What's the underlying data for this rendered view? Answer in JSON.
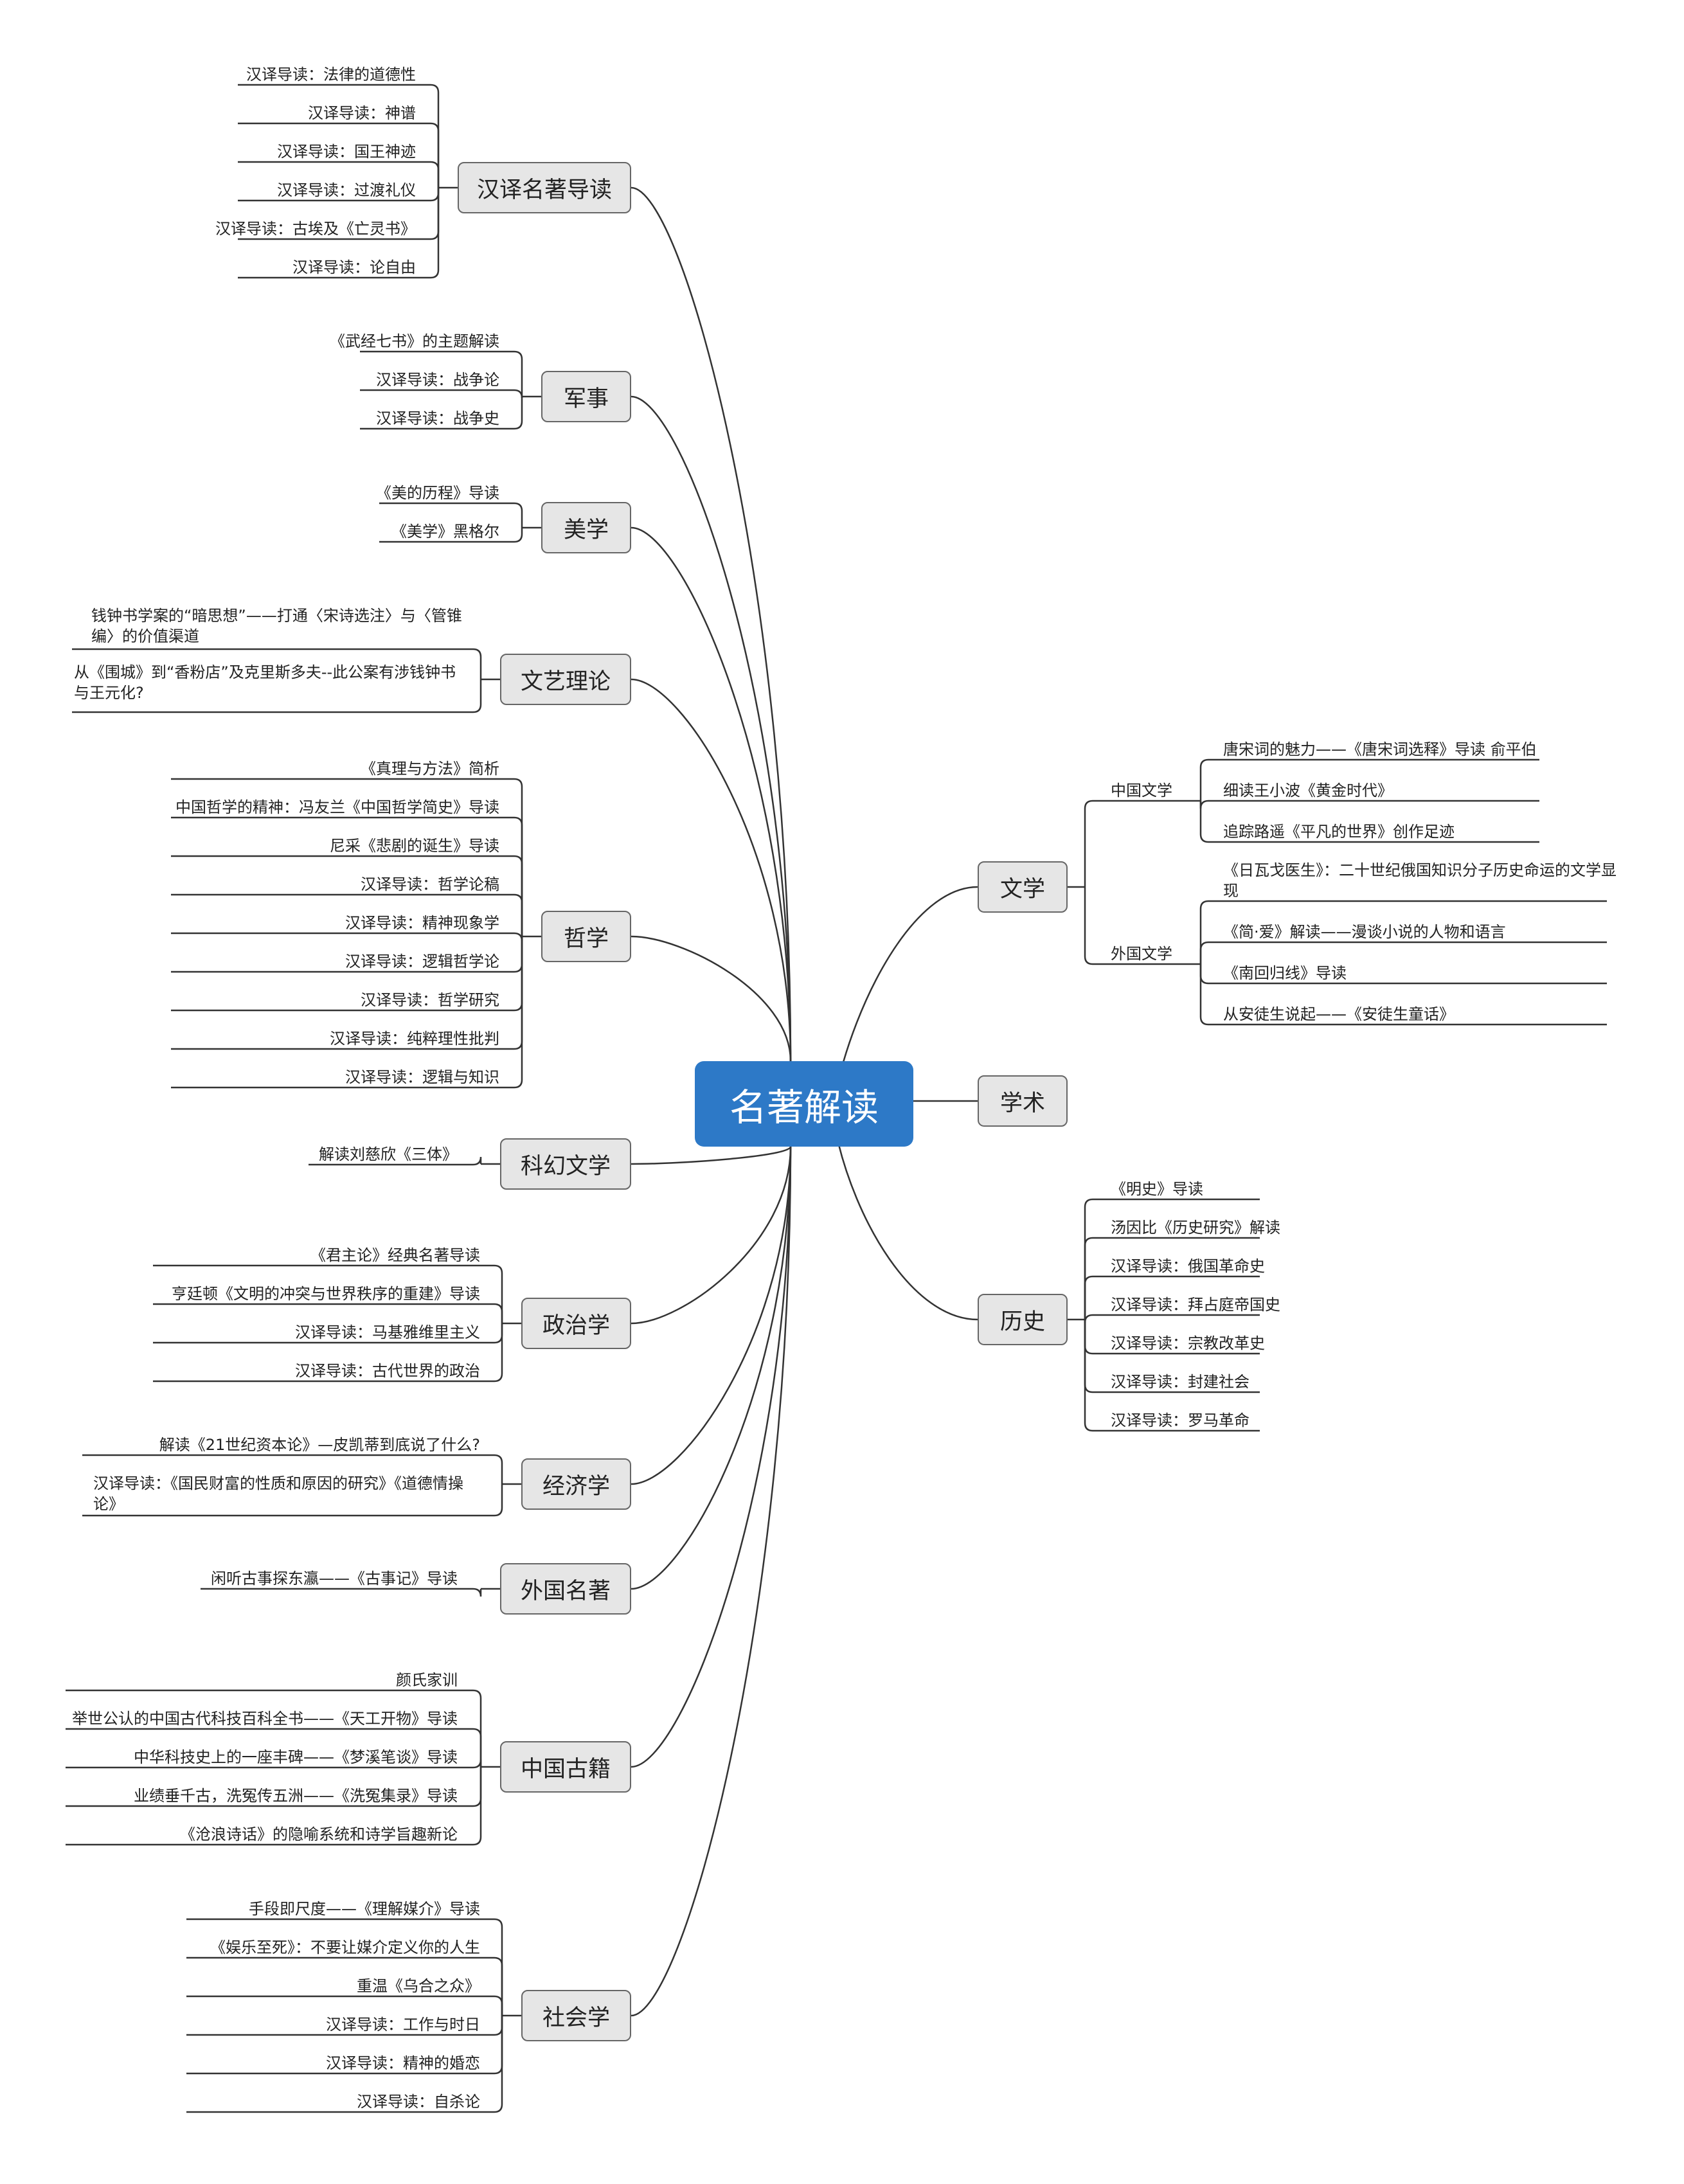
{
  "root": "名著解读",
  "left": [
    {
      "label": "汉译名著导读",
      "items": [
        "汉译导读：法律的道德性",
        "汉译导读：神谱",
        "汉译导读：国王神迹",
        "汉译导读：过渡礼仪",
        "汉译导读：古埃及《亡灵书》",
        "汉译导读：论自由"
      ]
    },
    {
      "label": "军事",
      "items": [
        "《武经七书》的主题解读",
        "汉译导读：战争论",
        "汉译导读：战争史"
      ]
    },
    {
      "label": "美学",
      "items": [
        "《美的历程》导读",
        "《美学》黑格尔"
      ]
    },
    {
      "label": "文艺理论",
      "items": [
        "钱钟书学案的“暗思想”——打通〈宋诗选注〉与〈管锥编〉的价值渠道",
        "从《围城》到“香粉店”及克里斯多夫--此公案有涉钱钟书与王元化?"
      ]
    },
    {
      "label": "哲学",
      "items": [
        "《真理与方法》简析",
        "中国哲学的精神：冯友兰《中国哲学简史》导读",
        "尼采《悲剧的诞生》导读",
        "汉译导读：哲学论稿",
        "汉译导读：精神现象学",
        "汉译导读：逻辑哲学论",
        "汉译导读：哲学研究",
        "汉译导读：纯粹理性批判",
        "汉译导读：逻辑与知识"
      ]
    },
    {
      "label": "科幻文学",
      "items": [
        "解读刘慈欣《三体》"
      ]
    },
    {
      "label": "政治学",
      "items": [
        "《君主论》经典名著导读",
        "亨廷顿《文明的冲突与世界秩序的重建》导读",
        "汉译导读：马基雅维里主义",
        "汉译导读：古代世界的政治"
      ]
    },
    {
      "label": "经济学",
      "items": [
        "解读《21世纪资本论》—皮凯蒂到底说了什么?",
        "汉译导读：《国民财富的性质和原因的研究》《道德情操论》"
      ]
    },
    {
      "label": "外国名著",
      "items": [
        "闲听古事探东瀛——《古事记》导读"
      ]
    },
    {
      "label": "中国古籍",
      "items": [
        "颜氏家训",
        "举世公认的中国古代科技百科全书——《天工开物》导读",
        "中华科技史上的一座丰碑——《梦溪笔谈》导读",
        "业绩垂千古，洗冤传五洲——《洗冤集录》导读",
        "《沧浪诗话》的隐喻系统和诗学旨趣新论"
      ]
    },
    {
      "label": "社会学",
      "items": [
        "手段即尺度——《理解媒介》导读",
        "《娱乐至死》：不要让媒介定义你的人生",
        "重温《乌合之众》",
        "汉译导读：工作与时日",
        "汉译导读：精神的婚恋",
        "汉译导读：自杀论"
      ]
    }
  ],
  "right": [
    {
      "label": "文学",
      "groups": [
        {
          "label": "中国文学",
          "items": [
            "唐宋词的魅力——《唐宋词选释》导读 俞平伯",
            "细读王小波《黄金时代》",
            "追踪路遥《平凡的世界》创作足迹"
          ]
        },
        {
          "label": "外国文学",
          "items": [
            "《日瓦戈医生》：二十世纪俄国知识分子历史命运的文学显现",
            "《简·爱》解读——漫谈小说的人物和语言",
            "《南回归线》导读",
            "从安徒生说起——《安徒生童话》"
          ]
        }
      ]
    },
    {
      "label": "学术",
      "groups": []
    },
    {
      "label": "历史",
      "items": [
        "《明史》导读",
        "汤因比《历史研究》解读",
        "汉译导读：俄国革命史",
        "汉译导读：拜占庭帝国史",
        "汉译导读：宗教改革史",
        "汉译导读：封建社会",
        "汉译导读：罗马革命"
      ]
    }
  ]
}
